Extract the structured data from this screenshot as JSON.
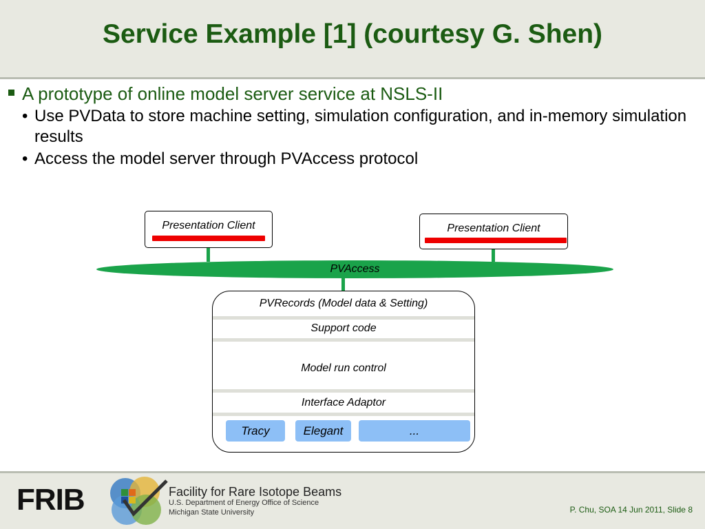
{
  "slide": {
    "title": "Service Example [1] (courtesy G. Shen)"
  },
  "bullets": {
    "main": "A prototype of online model server service at NSLS-II",
    "sub": [
      "Use PVData to store machine setting, simulation configuration, and in-memory simulation results",
      "Access the model server through PVAccess protocol"
    ]
  },
  "diagram": {
    "clients": [
      {
        "label": "Presentation Client"
      },
      {
        "label": "Presentation Client"
      }
    ],
    "bus_label": "PVAccess",
    "layers": [
      "PVRecords (Model data & Setting)",
      "Support code",
      "Model run control",
      "Interface Adaptor"
    ],
    "modules": [
      "Tracy",
      "Elegant",
      "..."
    ],
    "colors": {
      "bus": "#1aa34a",
      "client_bar": "#ee0000",
      "module": "#8dbff6"
    }
  },
  "footer": {
    "logo_text": "FRIB",
    "org_name": "Facility for Rare Isotope Beams",
    "org_line1": "U.S. Department of Energy Office of Science",
    "org_line2": "Michigan State University",
    "slide_info": "P. Chu, SOA 14 Jun 2011, Slide 8"
  }
}
